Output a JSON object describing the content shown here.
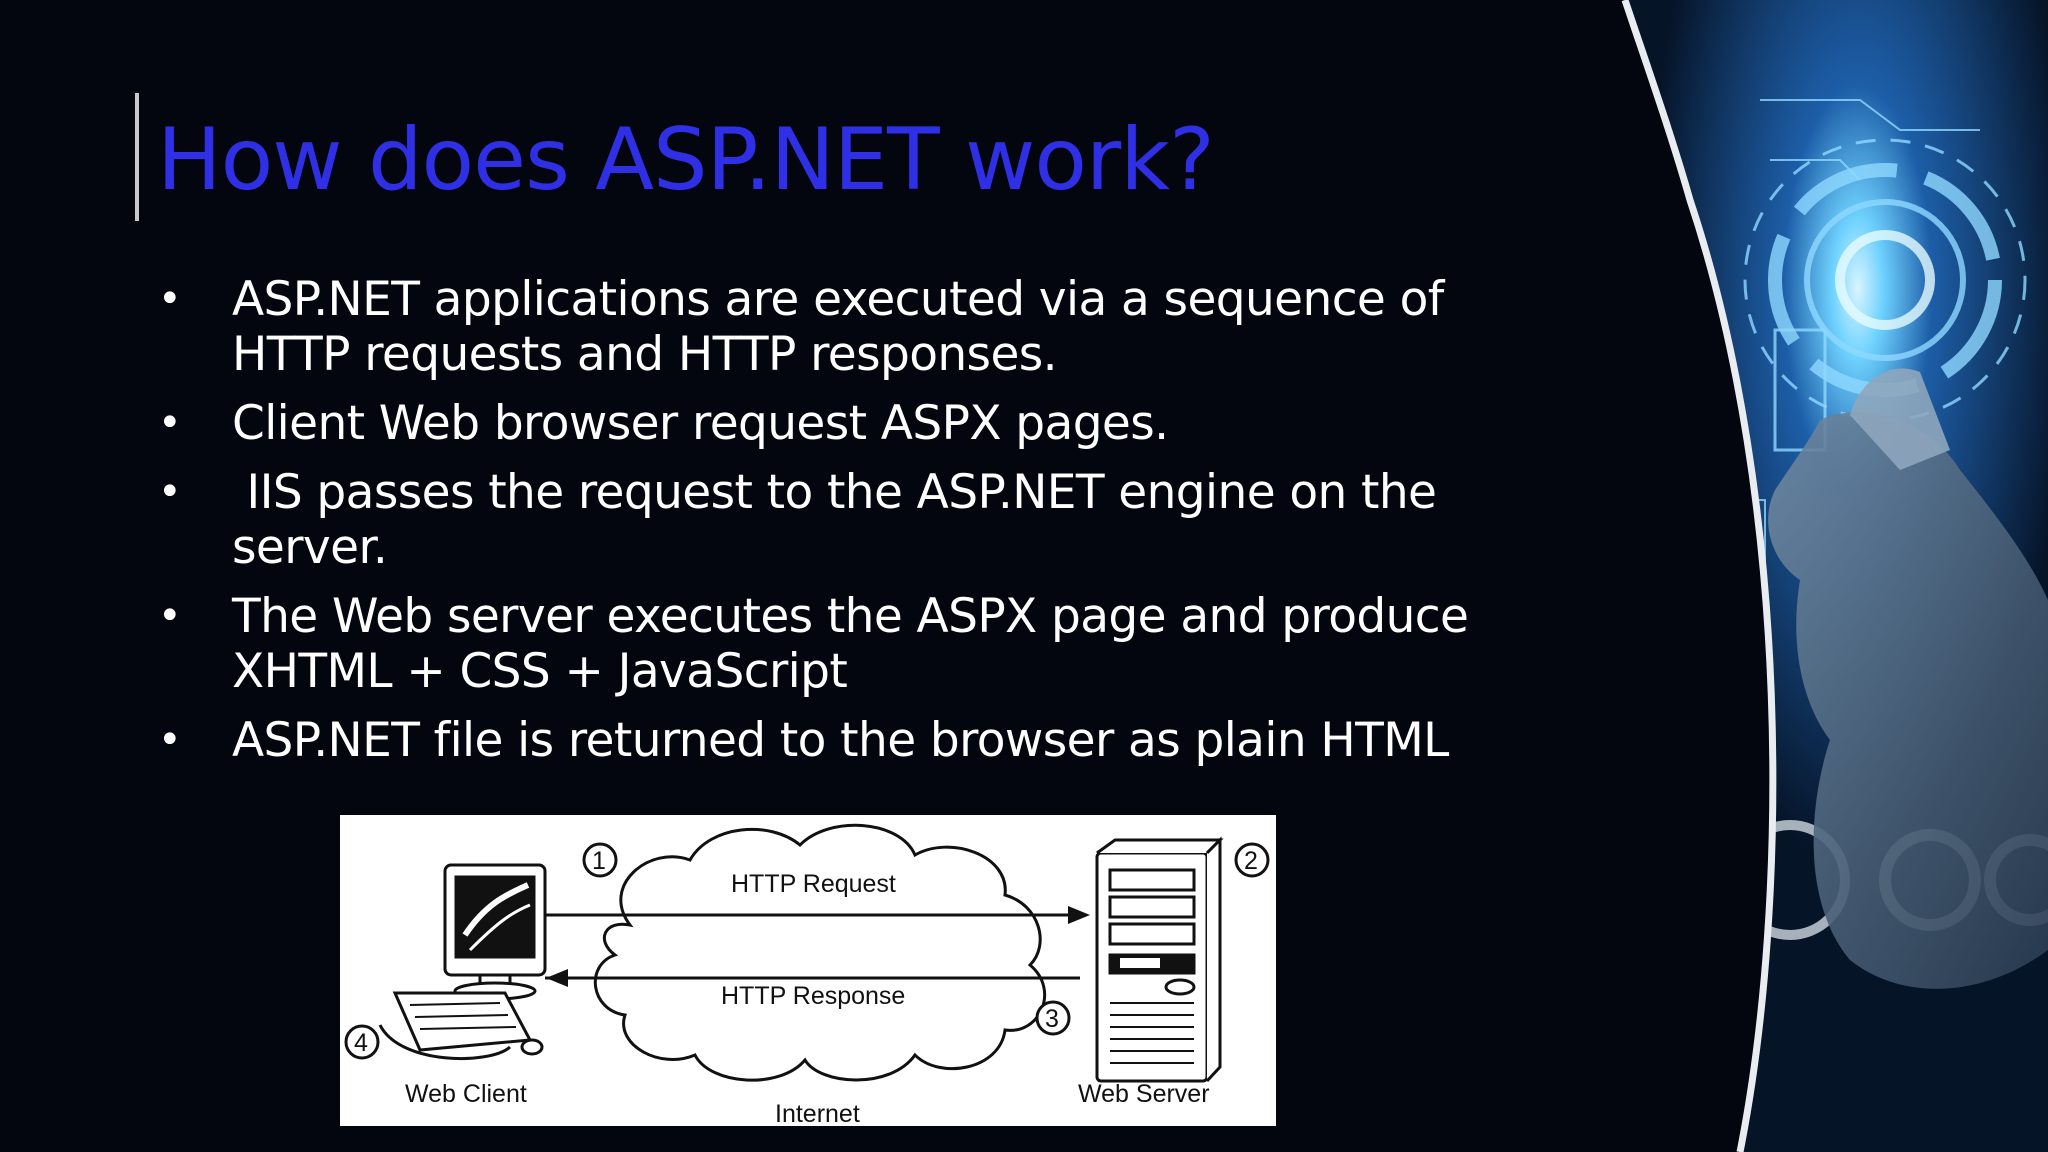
{
  "slide": {
    "title": "How does ASP.NET work?",
    "bullets": [
      {
        "text": "ASP.NET applications are executed via a sequence of\nHTTP requests and HTTP responses."
      },
      {
        "text": "Client Web browser request ASPX pages."
      },
      {
        "text": " IIS passes the request to the ASP.NET engine on the\nserver."
      },
      {
        "text": "The Web server executes the ASPX page and produce\nXHTML + CSS + JavaScript"
      },
      {
        "text": "ASP.NET file is returned to the browser as plain HTML"
      }
    ],
    "bullet_symbol": "•"
  },
  "diagram": {
    "http_request_label": "HTTP Request",
    "http_response_label": "HTTP Response",
    "web_client_label": "Web Client",
    "web_server_label": "Web Server",
    "internet_label": "Internet",
    "step_1": "1",
    "step_2": "2",
    "step_3": "3",
    "step_4": "4"
  },
  "colors": {
    "background": "#04060f",
    "title": "#2f30e6",
    "text": "#ffffff"
  },
  "icons": [
    "computer-icon",
    "server-icon",
    "cloud-icon"
  ]
}
